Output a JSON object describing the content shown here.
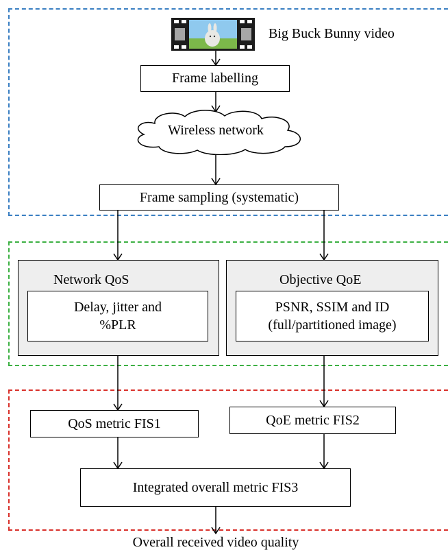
{
  "colors": {
    "section_1_border": "#3a7fc2",
    "section_2_border": "#3cb043",
    "section_3_border": "#d9302a",
    "panel_fill": "#eeeeee"
  },
  "icons": {
    "video": "film-strip-icon"
  },
  "nodes": {
    "video_label": "Big Buck Bunny video",
    "frame_labelling": "Frame labelling",
    "wireless_network": "Wireless network",
    "frame_sampling": "Frame sampling (systematic)",
    "network_qos_title": "Network QoS",
    "network_qos_body_line1": "Delay, jitter and",
    "network_qos_body_line2": "%PLR",
    "objective_qoe_title": "Objective QoE",
    "objective_qoe_body_line1": "PSNR, SSIM and ID",
    "objective_qoe_body_line2": "(full/partitioned image)",
    "qos_metric": "QoS metric FIS1",
    "qoe_metric": "QoE metric FIS2",
    "integrated_metric": "Integrated overall metric FIS3",
    "output": "Overall received video quality"
  }
}
